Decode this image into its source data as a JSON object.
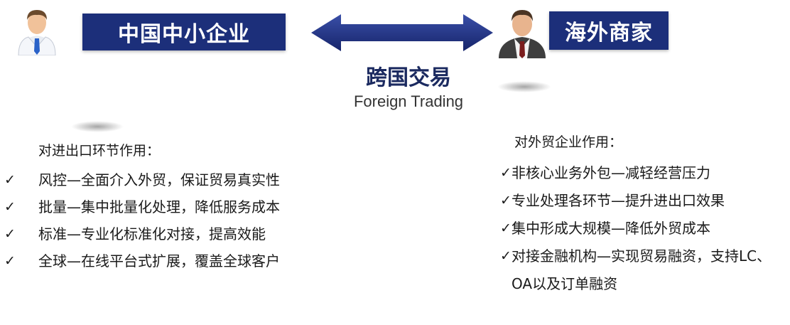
{
  "left_party": {
    "label": "中国中小企业",
    "avatar_icon": "businessman-light-icon"
  },
  "right_party": {
    "label": "海外商家",
    "avatar_icon": "businessman-dark-icon"
  },
  "relation": {
    "title_cn": "跨国交易",
    "title_en": "Foreign Trading",
    "arrow_icon": "double-arrow-icon"
  },
  "left_section": {
    "heading": "对进出口环节作用：",
    "items": [
      "风控—全面介入外贸，保证贸易真实性",
      "批量—集中批量化处理，降低服务成本",
      "标准—专业化标准化对接，提高效能",
      "全球—在线平台式扩展，覆盖全球客户"
    ]
  },
  "right_section": {
    "heading": "对外贸企业作用：",
    "items": [
      "非核心业务外包—减轻经营压力",
      "专业处理各环节—提升进出口效果",
      "集中形成大规模—降低外贸成本",
      "对接金融机构—实现贸易融资，支持LC、OA以及订单融资"
    ]
  },
  "colors": {
    "box": "#1c2f7a",
    "arrow": "#1e2f80"
  },
  "check_symbol": "✓"
}
